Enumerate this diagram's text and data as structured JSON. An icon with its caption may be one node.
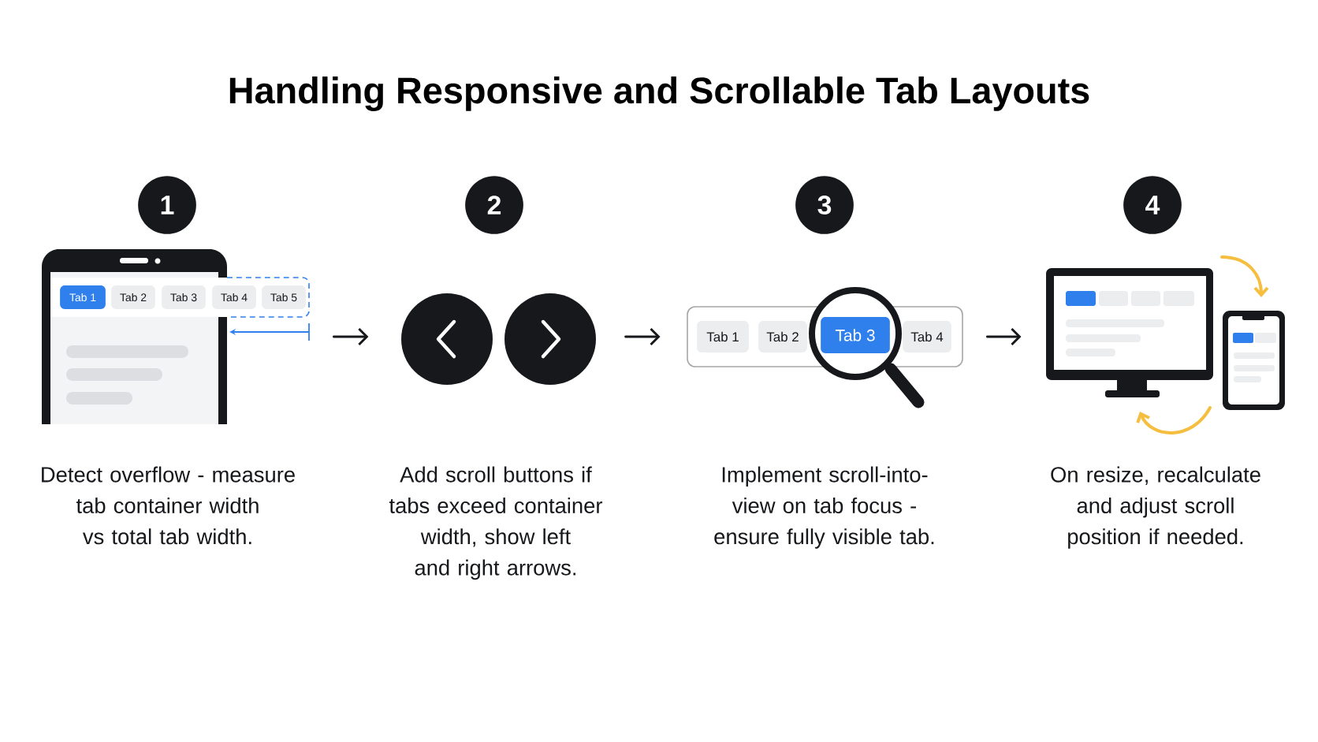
{
  "diagram": {
    "title": "Handling Responsive and Scrollable Tab Layouts",
    "nodes": [
      {
        "text": [
          "1"
        ]
      },
      {
        "text": [],
        "shape": "picture"
      },
      {
        "text": [
          "2"
        ]
      },
      {
        "text": [],
        "shape": "picture"
      },
      {
        "text": [
          "3"
        ]
      },
      {
        "text": [],
        "shape": "picture"
      },
      {
        "text": [
          "4"
        ]
      },
      {
        "text": [],
        "shape": "picture"
      }
    ],
    "edges": [
      {
        "from": 1,
        "to": 3,
        "arrow": "to"
      },
      {
        "from": 3,
        "to": 5,
        "arrow": "to"
      },
      {
        "from": 5,
        "to": 7,
        "arrow": "to"
      }
    ],
    "labels": [
      "Tab 1",
      "Tab 2",
      "Tab 3",
      "Tab 4",
      "Tab 5",
      "Tab 1",
      "Tab 2",
      "Tab 3",
      "Tab 4",
      "Detect overflow - measure tab container width vs total tab width.",
      "Add scroll buttons if tabs exceed container width, show left and right arrows.",
      "Implement scroll-into-view on tab focus - ensure fully visible tab.",
      "On resize, recalculate and adjust scroll position if needed."
    ]
  }
}
